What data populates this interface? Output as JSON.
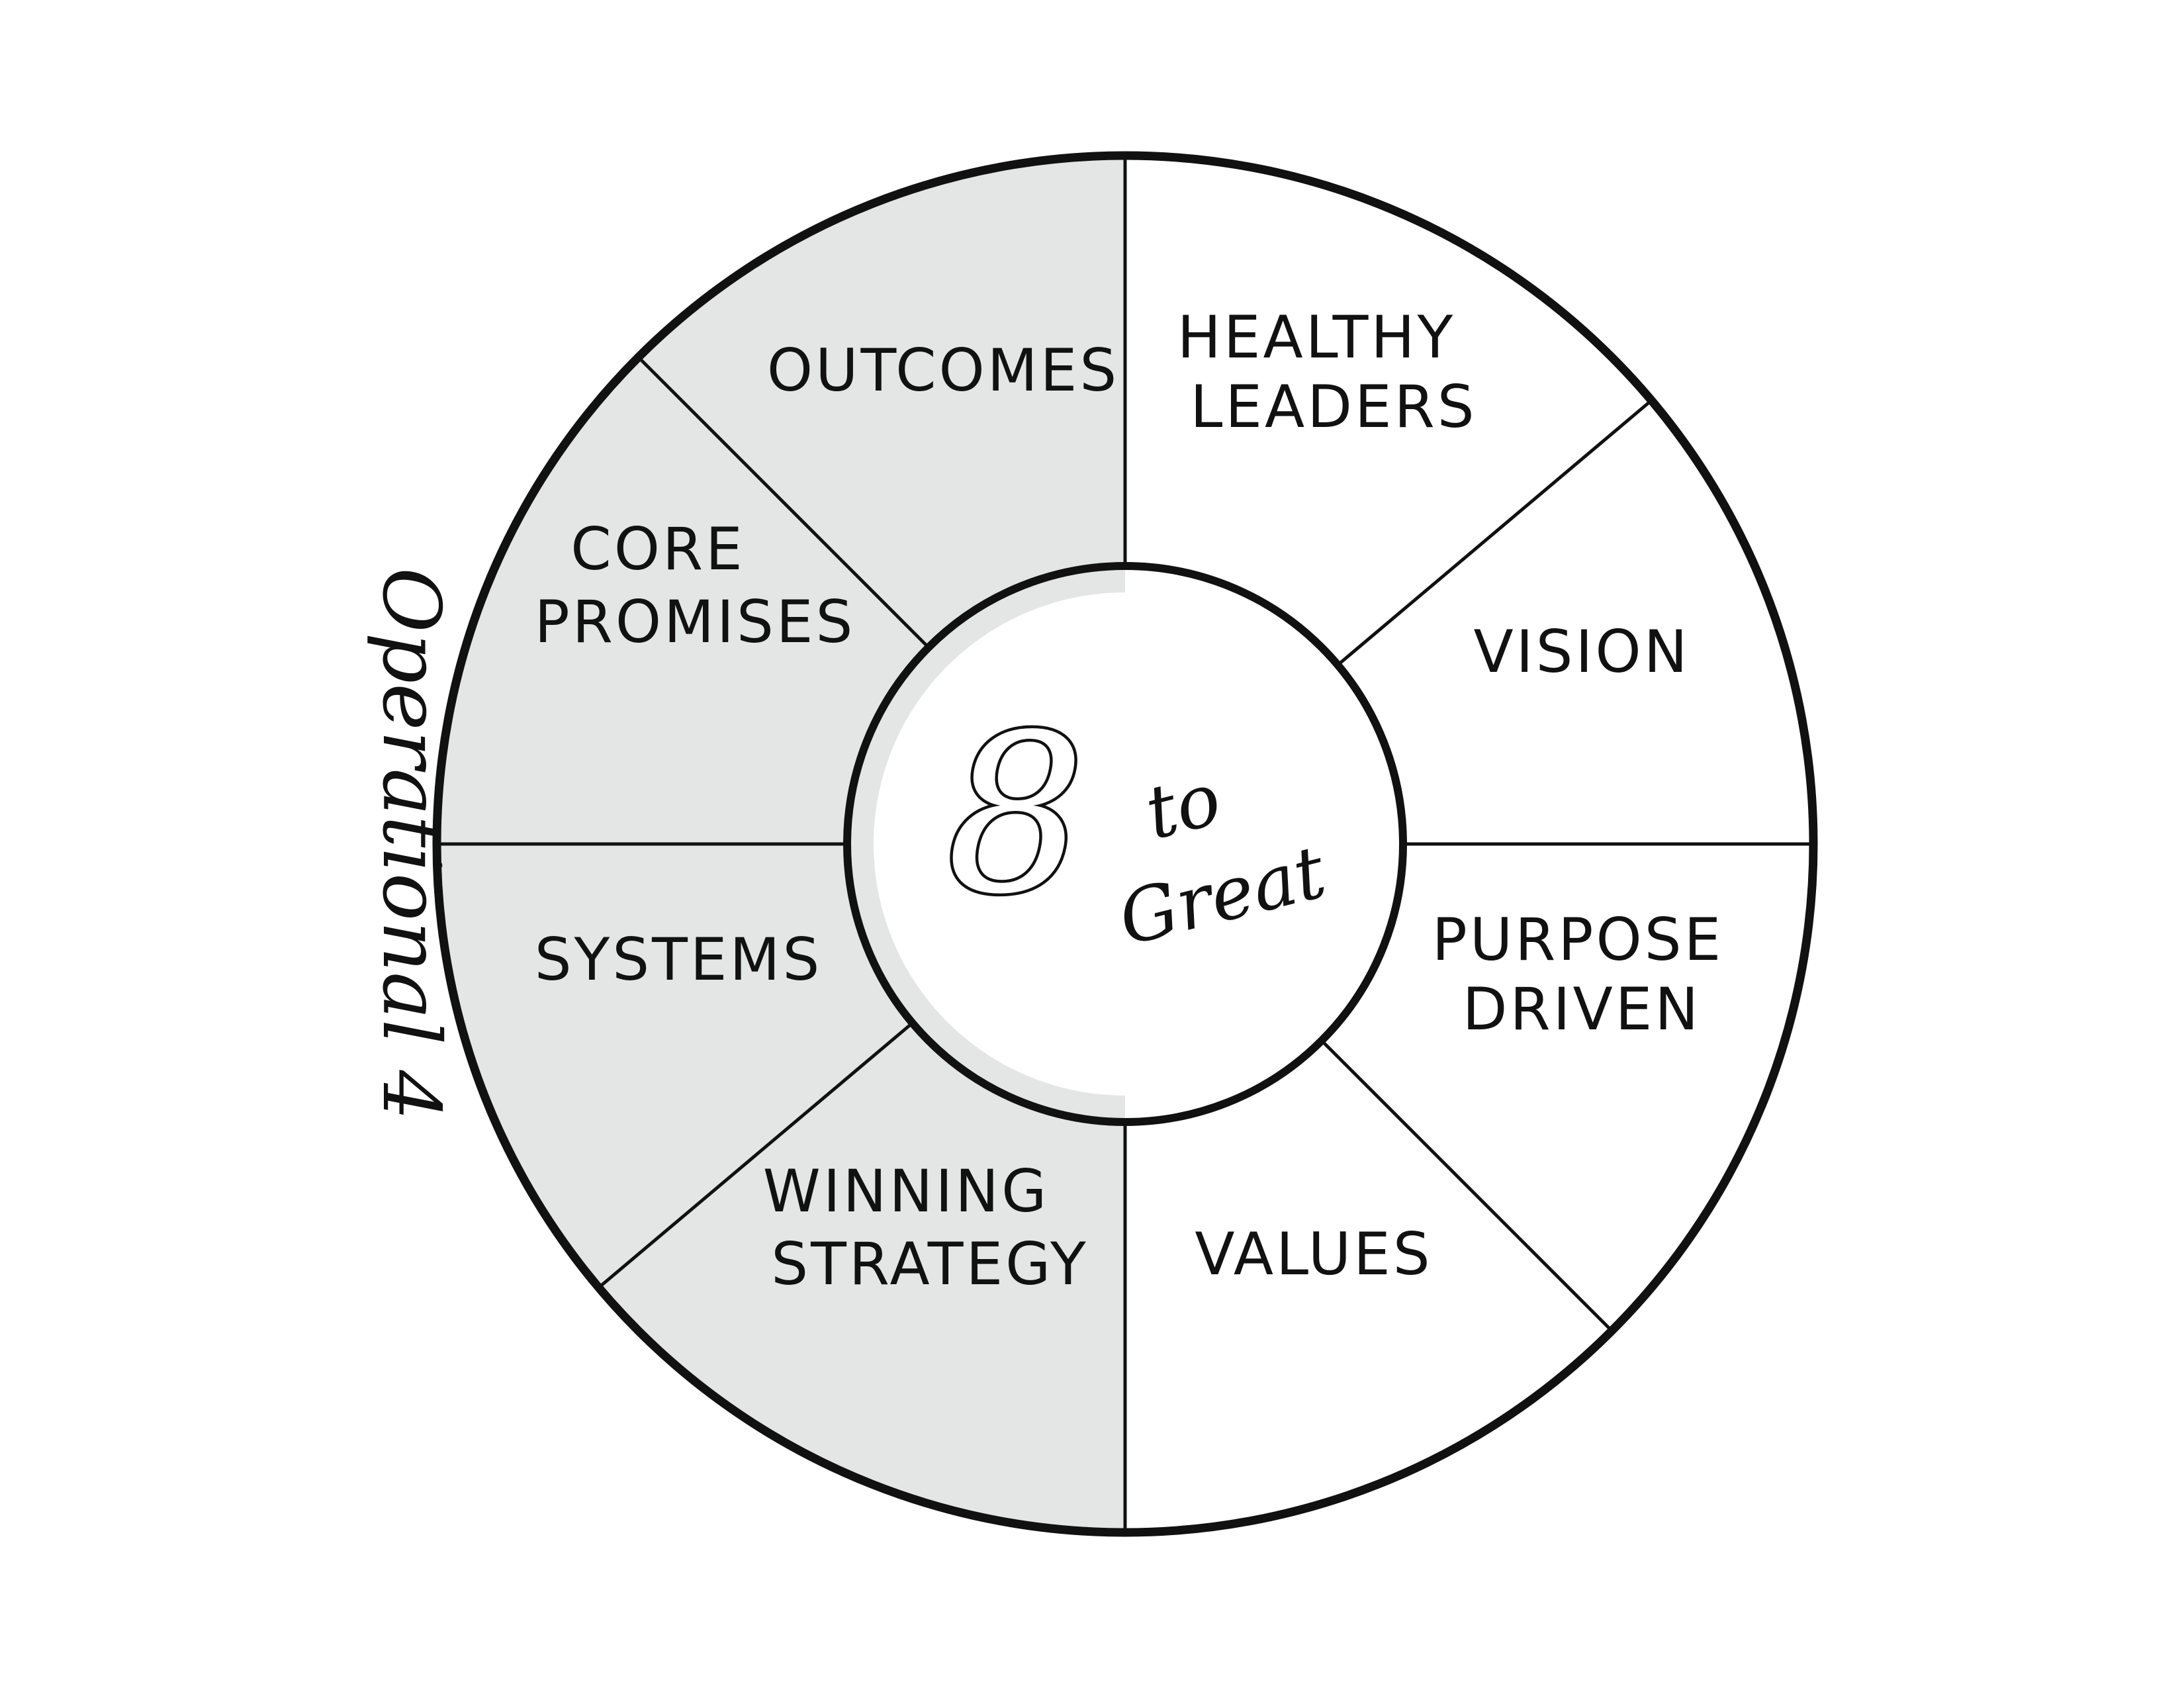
{
  "diagram": {
    "center": {
      "number": "8",
      "line1": "to",
      "line2": "Great"
    },
    "side_label": "Operational 4",
    "colors": {
      "shaded": "#e4e6e5",
      "plain": "#ffffff",
      "ink": "#111111"
    },
    "segments": [
      {
        "id": "outcomes",
        "lines": [
          "OUTCOMES"
        ],
        "shaded": true
      },
      {
        "id": "core-promises",
        "lines": [
          "CORE",
          "PROMISES"
        ],
        "shaded": true
      },
      {
        "id": "systems",
        "lines": [
          "SYSTEMS"
        ],
        "shaded": true
      },
      {
        "id": "winning-strategy",
        "lines": [
          "WINNING",
          "STRATEGY"
        ],
        "shaded": true
      },
      {
        "id": "healthy-leaders",
        "lines": [
          "HEALTHY",
          "LEADERS"
        ],
        "shaded": false
      },
      {
        "id": "vision",
        "lines": [
          "VISION"
        ],
        "shaded": false
      },
      {
        "id": "purpose-driven",
        "lines": [
          "PURPOSE",
          "DRIVEN"
        ],
        "shaded": false
      },
      {
        "id": "values",
        "lines": [
          "VALUES"
        ],
        "shaded": false
      }
    ]
  }
}
